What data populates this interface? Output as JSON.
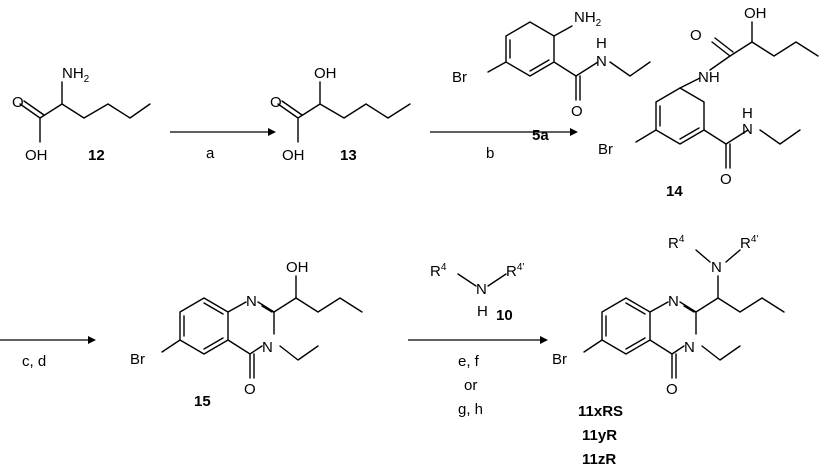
{
  "compounds": {
    "c12": "12",
    "c13": "13",
    "c5a": "5a",
    "c14": "14",
    "c15": "15",
    "c10": "10",
    "c11a": "11xRS",
    "c11b": "11yR",
    "c11c": "11zR"
  },
  "conditions": {
    "a": "a",
    "b": "b",
    "cd": "c, d",
    "ef": "e, f",
    "or": "or",
    "gh": "g, h"
  },
  "atoms": {
    "nh2": "NH",
    "sub2": "2",
    "oh": "OH",
    "o": "O",
    "br": "Br",
    "h": "H",
    "nh": "NH",
    "n": "N",
    "r": "R",
    "sup4": "4",
    "sup4p": "4'"
  }
}
